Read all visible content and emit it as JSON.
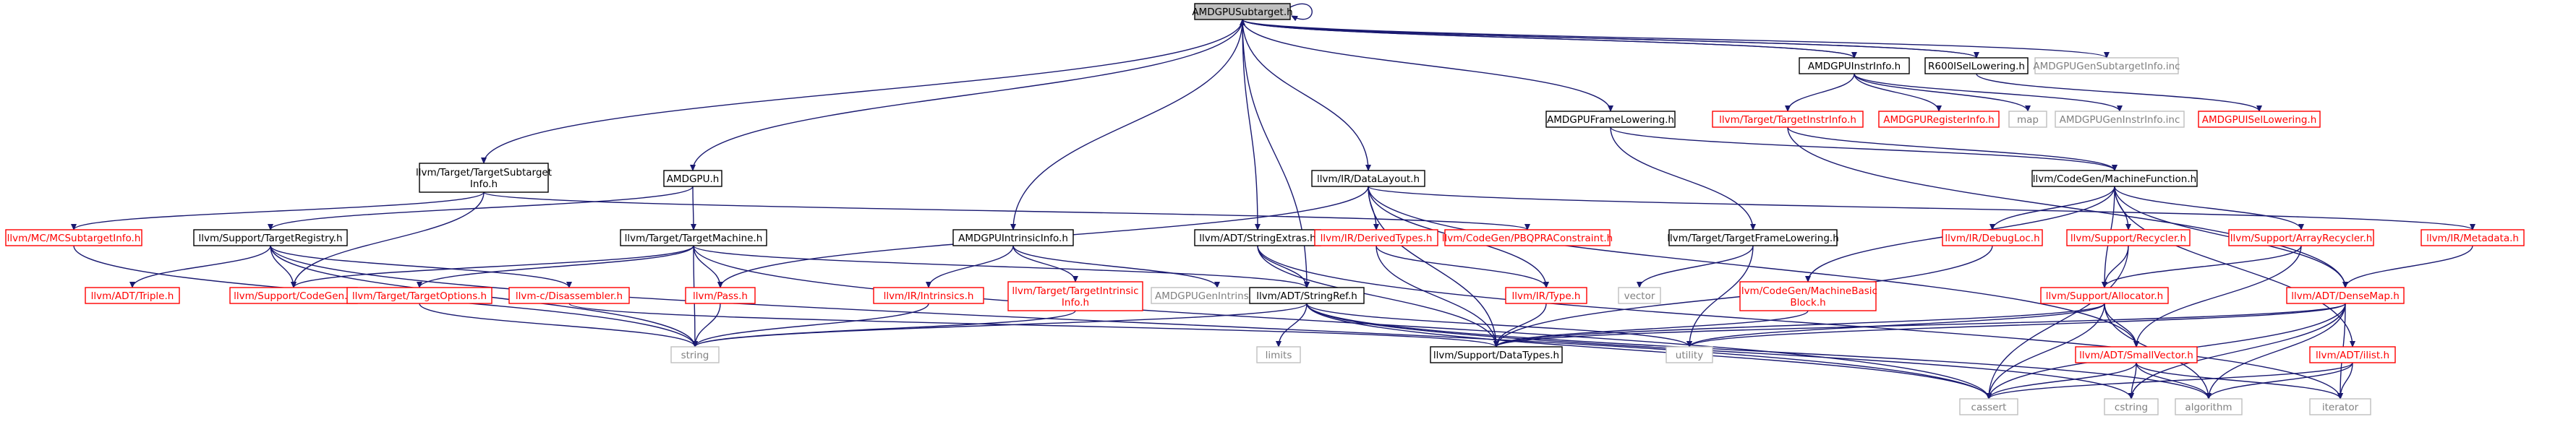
{
  "colors": {
    "edge": "#191970",
    "root_fill": "#bfbfbf",
    "normal_border": "#000000",
    "normal_text": "#000000",
    "incomplete_border": "#ff0000",
    "incomplete_text": "#ff0000",
    "system_border": "#bfbfbf",
    "system_text": "#808080"
  },
  "nodes": [
    {
      "id": "amdgpusubtarget",
      "label": "AMDGPUSubtarget.h",
      "kind": "root"
    },
    {
      "id": "amdgpuinstrinfo",
      "label": "AMDGPUInstrInfo.h",
      "kind": "normal"
    },
    {
      "id": "r600isellowering",
      "label": "R600ISelLowering.h",
      "kind": "normal"
    },
    {
      "id": "amdgpugensubtargetinfo",
      "label": "AMDGPUGenSubtargetInfo.inc",
      "kind": "system"
    },
    {
      "id": "targetinstrinfo",
      "label": "llvm/Target/TargetInstrInfo.h",
      "kind": "incomplete"
    },
    {
      "id": "amdgpuregisterinfo",
      "label": "AMDGPURegisterInfo.h",
      "kind": "incomplete"
    },
    {
      "id": "map",
      "label": "map",
      "kind": "system"
    },
    {
      "id": "amdgpugeninstrinfo",
      "label": "AMDGPUGenInstrInfo.inc",
      "kind": "system"
    },
    {
      "id": "amdgpuisellowering",
      "label": "AMDGPUISelLowering.h",
      "kind": "incomplete"
    },
    {
      "id": "amdgpuframelowering",
      "label": "AMDGPUFrameLowering.h",
      "kind": "normal"
    },
    {
      "id": "targetsubtargetinfo",
      "label": "llvm/Target/TargetSubtarget\nInfo.h",
      "kind": "normal"
    },
    {
      "id": "amdgpu",
      "label": "AMDGPU.h",
      "kind": "normal"
    },
    {
      "id": "datalayout",
      "label": "llvm/IR/DataLayout.h",
      "kind": "normal"
    },
    {
      "id": "machinefunction",
      "label": "llvm/CodeGen/MachineFunction.h",
      "kind": "normal"
    },
    {
      "id": "mcsubtargetinfo",
      "label": "llvm/MC/MCSubtargetInfo.h",
      "kind": "incomplete"
    },
    {
      "id": "targetregistry",
      "label": "llvm/Support/TargetRegistry.h",
      "kind": "normal"
    },
    {
      "id": "targetmachine",
      "label": "llvm/Target/TargetMachine.h",
      "kind": "normal"
    },
    {
      "id": "amdgpuintrinsicinfo",
      "label": "AMDGPUIntrinsicInfo.h",
      "kind": "normal"
    },
    {
      "id": "stringextras",
      "label": "llvm/ADT/StringExtras.h",
      "kind": "normal"
    },
    {
      "id": "derivedtypes",
      "label": "llvm/IR/DerivedTypes.h",
      "kind": "incomplete"
    },
    {
      "id": "pbqpraconstraint",
      "label": "llvm/CodeGen/PBQPRAConstraint.h",
      "kind": "incomplete"
    },
    {
      "id": "targetframelowering",
      "label": "llvm/Target/TargetFrameLowering.h",
      "kind": "normal"
    },
    {
      "id": "debugloc",
      "label": "llvm/IR/DebugLoc.h",
      "kind": "incomplete"
    },
    {
      "id": "recycler",
      "label": "llvm/Support/Recycler.h",
      "kind": "incomplete"
    },
    {
      "id": "arrayrecycler",
      "label": "llvm/Support/ArrayRecycler.h",
      "kind": "incomplete"
    },
    {
      "id": "metadata",
      "label": "llvm/IR/Metadata.h",
      "kind": "incomplete"
    },
    {
      "id": "triple",
      "label": "llvm/ADT/Triple.h",
      "kind": "incomplete"
    },
    {
      "id": "codegen",
      "label": "llvm/Support/CodeGen.h",
      "kind": "incomplete"
    },
    {
      "id": "disassembler",
      "label": "llvm-c/Disassembler.h",
      "kind": "incomplete"
    },
    {
      "id": "targetoptions",
      "label": "llvm/Target/TargetOptions.h",
      "kind": "incomplete"
    },
    {
      "id": "pass",
      "label": "llvm/Pass.h",
      "kind": "incomplete"
    },
    {
      "id": "intrinsics",
      "label": "llvm/IR/Intrinsics.h",
      "kind": "incomplete"
    },
    {
      "id": "targetintrinsicinfo",
      "label": "llvm/Target/TargetIntrinsic\nInfo.h",
      "kind": "incomplete"
    },
    {
      "id": "amdgpugenintrinsics",
      "label": "AMDGPUGenIntrinsics.inc",
      "kind": "system"
    },
    {
      "id": "stringref",
      "label": "llvm/ADT/StringRef.h",
      "kind": "normal"
    },
    {
      "id": "type",
      "label": "llvm/IR/Type.h",
      "kind": "incomplete"
    },
    {
      "id": "vector",
      "label": "vector",
      "kind": "system"
    },
    {
      "id": "machinebasicblock",
      "label": "llvm/CodeGen/MachineBasic\nBlock.h",
      "kind": "incomplete"
    },
    {
      "id": "allocator",
      "label": "llvm/Support/Allocator.h",
      "kind": "incomplete"
    },
    {
      "id": "densemap",
      "label": "llvm/ADT/DenseMap.h",
      "kind": "incomplete"
    },
    {
      "id": "string",
      "label": "string",
      "kind": "system"
    },
    {
      "id": "limits",
      "label": "limits",
      "kind": "system"
    },
    {
      "id": "datatypes",
      "label": "llvm/Support/DataTypes.h",
      "kind": "normal"
    },
    {
      "id": "utility",
      "label": "utility",
      "kind": "system"
    },
    {
      "id": "smallvector",
      "label": "llvm/ADT/SmallVector.h",
      "kind": "incomplete"
    },
    {
      "id": "ilist",
      "label": "llvm/ADT/ilist.h",
      "kind": "incomplete"
    },
    {
      "id": "cassert",
      "label": "cassert",
      "kind": "system"
    },
    {
      "id": "cstring",
      "label": "cstring",
      "kind": "system"
    },
    {
      "id": "algorithm",
      "label": "algorithm",
      "kind": "system"
    },
    {
      "id": "iterator",
      "label": "iterator",
      "kind": "system"
    }
  ],
  "edges": [
    [
      "amdgpusubtarget",
      "amdgpusubtarget"
    ],
    [
      "amdgpusubtarget",
      "amdgpuinstrinfo"
    ],
    [
      "amdgpusubtarget",
      "r600isellowering"
    ],
    [
      "amdgpusubtarget",
      "amdgpugensubtargetinfo"
    ],
    [
      "amdgpusubtarget",
      "amdgpuframelowering"
    ],
    [
      "amdgpusubtarget",
      "targetsubtargetinfo"
    ],
    [
      "amdgpusubtarget",
      "amdgpu"
    ],
    [
      "amdgpusubtarget",
      "datalayout"
    ],
    [
      "amdgpusubtarget",
      "amdgpuintrinsicinfo"
    ],
    [
      "amdgpusubtarget",
      "stringextras"
    ],
    [
      "amdgpusubtarget",
      "stringref"
    ],
    [
      "amdgpuinstrinfo",
      "targetinstrinfo"
    ],
    [
      "amdgpuinstrinfo",
      "amdgpuregisterinfo"
    ],
    [
      "amdgpuinstrinfo",
      "map"
    ],
    [
      "amdgpuinstrinfo",
      "amdgpugeninstrinfo"
    ],
    [
      "amdgpuinstrinfo",
      "amdgpusubtarget"
    ],
    [
      "r600isellowering",
      "amdgpuisellowering"
    ],
    [
      "r600isellowering",
      "amdgpusubtarget"
    ],
    [
      "targetinstrinfo",
      "machinefunction"
    ],
    [
      "targetinstrinfo",
      "densemap"
    ],
    [
      "amdgpuframelowering",
      "targetframelowering"
    ],
    [
      "amdgpuframelowering",
      "machinefunction"
    ],
    [
      "targetsubtargetinfo",
      "mcsubtargetinfo"
    ],
    [
      "targetsubtargetinfo",
      "codegen"
    ],
    [
      "targetsubtargetinfo",
      "pbqpraconstraint"
    ],
    [
      "amdgpu",
      "targetregistry"
    ],
    [
      "amdgpu",
      "targetmachine"
    ],
    [
      "datalayout",
      "pass"
    ],
    [
      "datalayout",
      "derivedtypes"
    ],
    [
      "datalayout",
      "type"
    ],
    [
      "datalayout",
      "smallvector"
    ],
    [
      "datalayout",
      "datatypes"
    ],
    [
      "datalayout",
      "metadata"
    ],
    [
      "machinefunction",
      "machinebasicblock"
    ],
    [
      "machinefunction",
      "debugloc"
    ],
    [
      "machinefunction",
      "recycler"
    ],
    [
      "machinefunction",
      "arrayrecycler"
    ],
    [
      "machinefunction",
      "allocator"
    ],
    [
      "machinefunction",
      "densemap"
    ],
    [
      "machinefunction",
      "ilist"
    ],
    [
      "mcsubtargetinfo",
      "string"
    ],
    [
      "targetregistry",
      "triple"
    ],
    [
      "targetregistry",
      "codegen"
    ],
    [
      "targetregistry",
      "disassembler"
    ],
    [
      "targetregistry",
      "string"
    ],
    [
      "targetregistry",
      "cassert"
    ],
    [
      "targetmachine",
      "targetoptions"
    ],
    [
      "targetmachine",
      "codegen"
    ],
    [
      "targetmachine",
      "pass"
    ],
    [
      "targetmachine",
      "stringref"
    ],
    [
      "targetmachine",
      "string"
    ],
    [
      "targetmachine",
      "cassert"
    ],
    [
      "disassembler",
      "datatypes"
    ],
    [
      "targetoptions",
      "string"
    ],
    [
      "pass",
      "string"
    ],
    [
      "amdgpuintrinsicinfo",
      "intrinsics"
    ],
    [
      "amdgpuintrinsicinfo",
      "targetintrinsicinfo"
    ],
    [
      "amdgpuintrinsicinfo",
      "amdgpugenintrinsics"
    ],
    [
      "intrinsics",
      "string"
    ],
    [
      "targetintrinsicinfo",
      "string"
    ],
    [
      "stringextras",
      "stringref"
    ],
    [
      "stringextras",
      "datatypes"
    ],
    [
      "stringextras",
      "iterator"
    ],
    [
      "derivedtypes",
      "type"
    ],
    [
      "derivedtypes",
      "datatypes"
    ],
    [
      "type",
      "datatypes"
    ],
    [
      "stringref",
      "string"
    ],
    [
      "stringref",
      "limits"
    ],
    [
      "stringref",
      "utility"
    ],
    [
      "stringref",
      "cassert"
    ],
    [
      "stringref",
      "cstring"
    ],
    [
      "stringref",
      "algorithm"
    ],
    [
      "targetframelowering",
      "vector"
    ],
    [
      "targetframelowering",
      "utility"
    ],
    [
      "machinebasicblock",
      "datatypes"
    ],
    [
      "debugloc",
      "datatypes"
    ],
    [
      "recycler",
      "allocator"
    ],
    [
      "recycler",
      "cassert"
    ],
    [
      "arrayrecycler",
      "allocator"
    ],
    [
      "arrayrecycler",
      "smallvector"
    ],
    [
      "allocator",
      "smallvector"
    ],
    [
      "allocator",
      "datatypes"
    ],
    [
      "allocator",
      "cassert"
    ],
    [
      "allocator",
      "algorithm"
    ],
    [
      "allocator",
      "utility"
    ],
    [
      "smallvector",
      "cassert"
    ],
    [
      "smallvector",
      "cstring"
    ],
    [
      "smallvector",
      "algorithm"
    ],
    [
      "smallvector",
      "iterator"
    ],
    [
      "densemap",
      "datatypes"
    ],
    [
      "densemap",
      "utility"
    ],
    [
      "densemap",
      "cassert"
    ],
    [
      "densemap",
      "algorithm"
    ],
    [
      "densemap",
      "iterator"
    ],
    [
      "densemap",
      "cstring"
    ],
    [
      "metadata",
      "densemap"
    ],
    [
      "ilist",
      "cassert"
    ],
    [
      "ilist",
      "algorithm"
    ],
    [
      "ilist",
      "iterator"
    ]
  ]
}
